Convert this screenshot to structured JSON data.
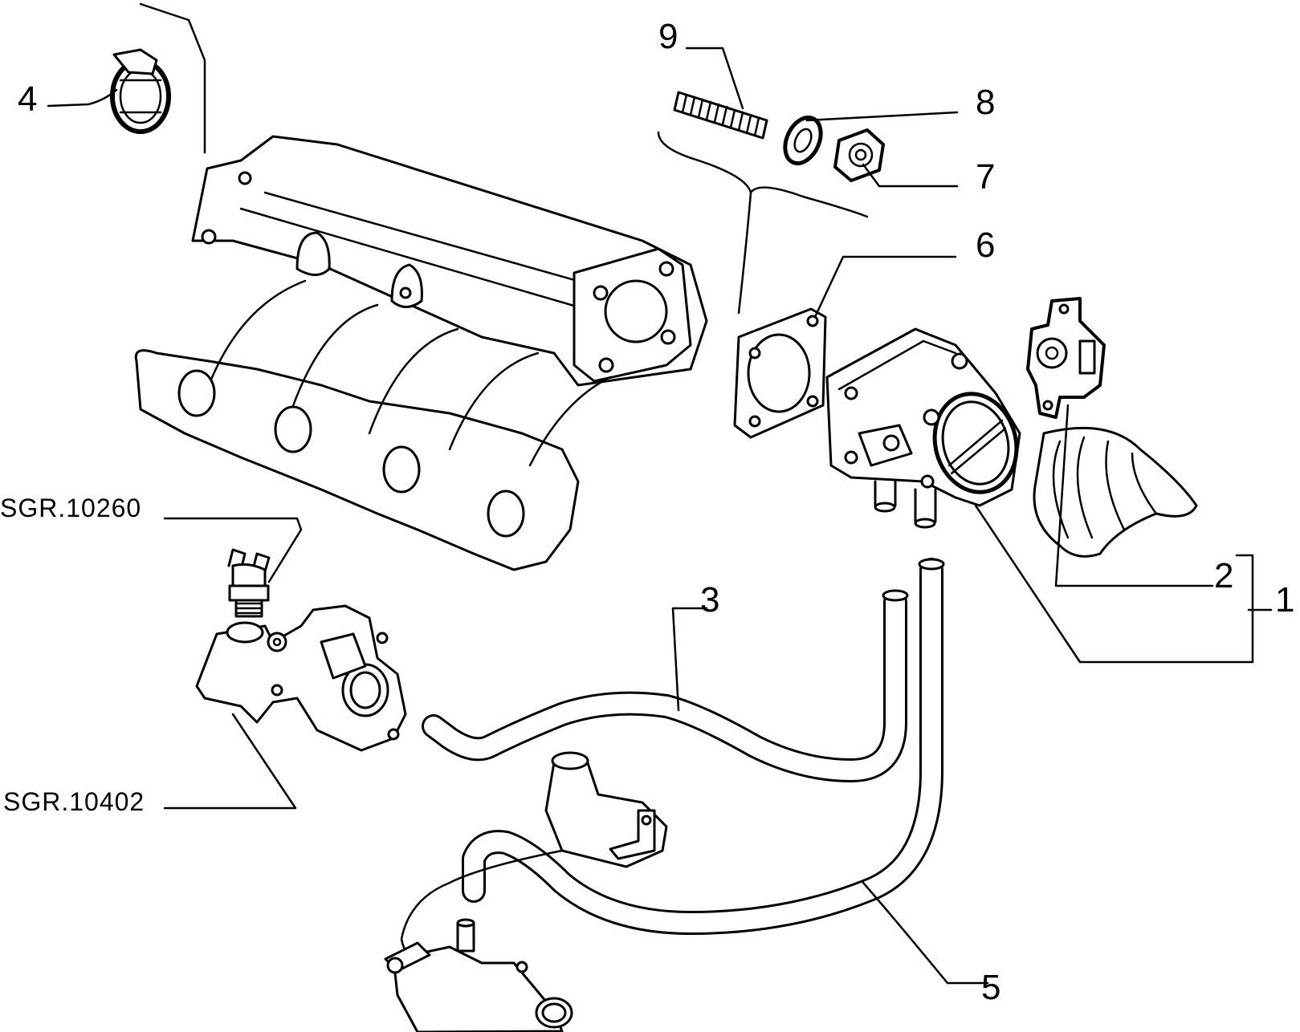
{
  "labels": {
    "n1": "1",
    "n2": "2",
    "n3": "3",
    "n4": "4",
    "n5": "5",
    "n6": "6",
    "n7": "7",
    "n8": "8",
    "n9": "9",
    "ref_a": "SGR.10260",
    "ref_b": "SGR.10402"
  }
}
